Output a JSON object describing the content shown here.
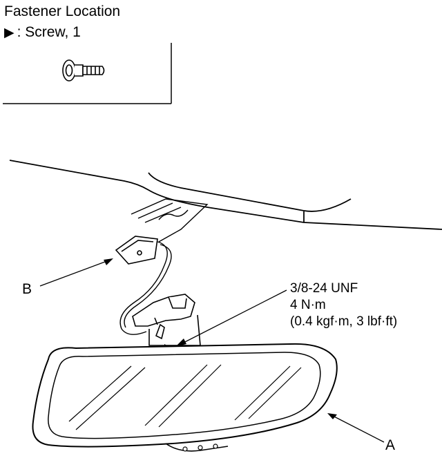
{
  "legend": {
    "title": "Fastener Location",
    "marker_symbol": "▶",
    "item_text": ": Screw, 1"
  },
  "callouts": {
    "b": "B",
    "a": "A"
  },
  "torque_spec": {
    "thread": "3/8-24 UNF",
    "torque_nm": "4 N·m",
    "torque_alt": "(0.4 kgf·m, 3 lbf·ft)"
  }
}
